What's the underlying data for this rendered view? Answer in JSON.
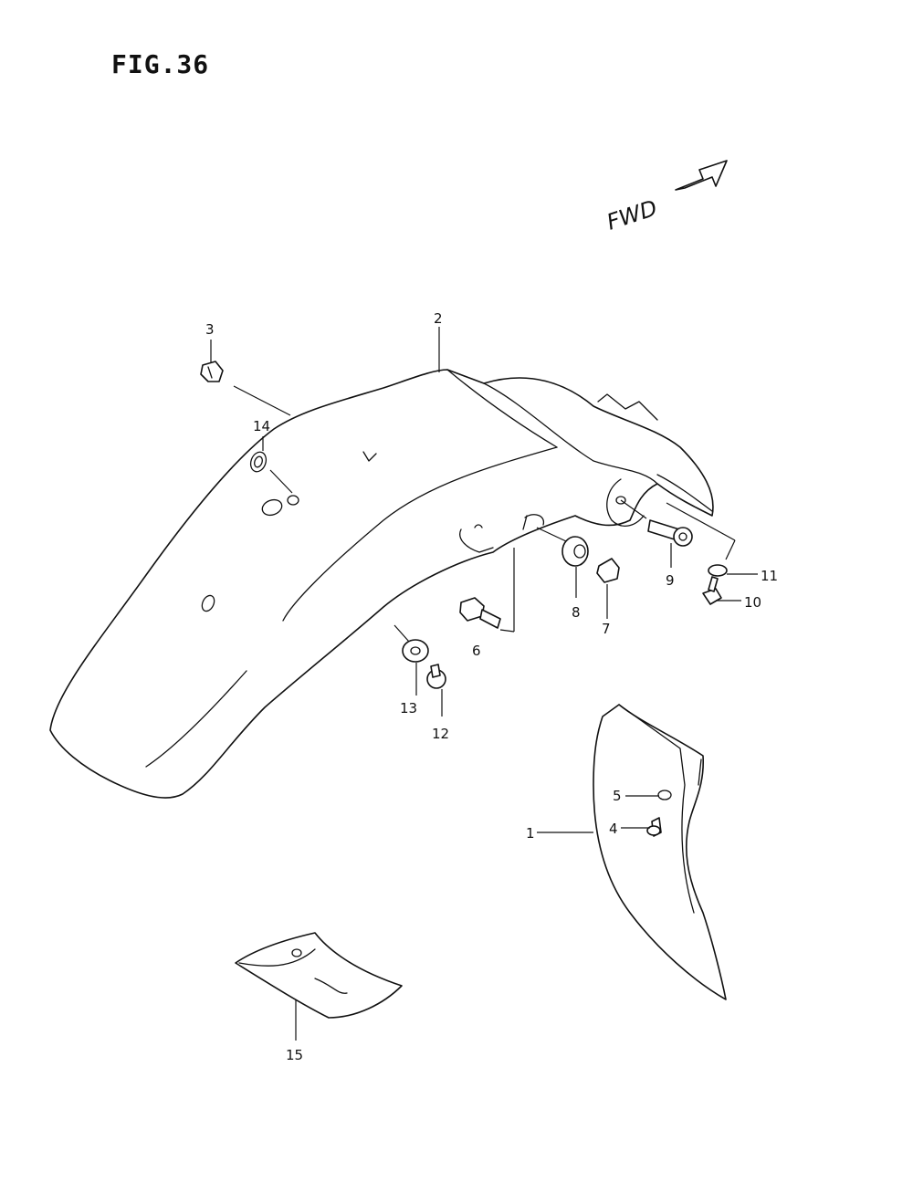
{
  "figure": {
    "title": "FIG.36",
    "direction_label": "FWD",
    "direction_icon": "arrow-right-icon"
  },
  "callouts": [
    "1",
    "2",
    "3",
    "4",
    "5",
    "6",
    "7",
    "8",
    "9",
    "10",
    "11",
    "12",
    "13",
    "14",
    "15"
  ]
}
